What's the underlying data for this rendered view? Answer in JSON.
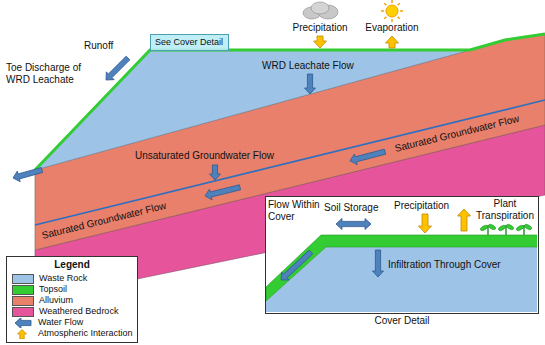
{
  "diagram": {
    "nodes": [
      {
        "text": [
          "See Cover Detail"
        ]
      },
      {
        "text": [
          "Cover Detail"
        ]
      }
    ],
    "labels": [
      "Precipitation",
      "Evaporation",
      "Runoff",
      "Toe Discharge of WRD Leachate",
      "WRD Leachate Flow",
      "Unsaturated Groundwater Flow",
      "Saturated Groundwater Flow",
      "Saturated Groundwater Flow",
      "Legend",
      "Precipitation",
      "Plant Transpiration",
      "Flow Within Cover",
      "Soil Storage",
      "Infiltration Through Cover"
    ],
    "legend": [
      {
        "text": "Waste Rock",
        "color": "#9dc3e6"
      },
      {
        "text": "Topsoil",
        "color": "#33cc33"
      },
      {
        "text": "Alluvium",
        "color": "#e8806c"
      },
      {
        "text": "Weathered Bedrock",
        "color": "#e6559c"
      },
      {
        "text": "Water Flow"
      },
      {
        "text": "Atmospheric Interaction"
      }
    ]
  }
}
